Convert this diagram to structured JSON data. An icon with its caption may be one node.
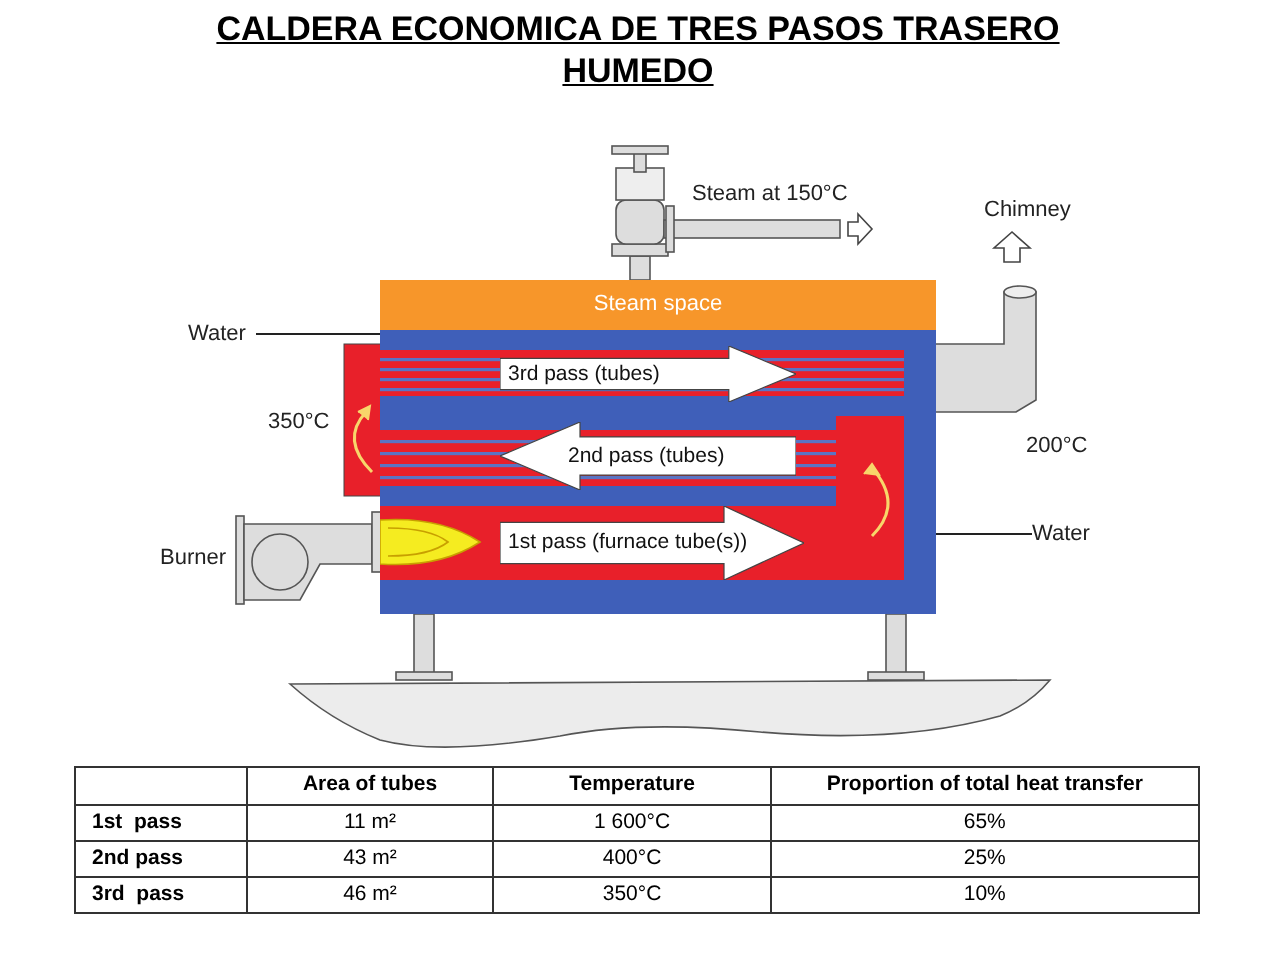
{
  "diagram": {
    "title": "CALDERA ECONOMICA DE TRES PASOS TRASERO HUMEDO",
    "nodes": [
      {
        "text": [],
        "shape": "box"
      },
      {
        "text": [
          "Steam space"
        ],
        "in": 0
      },
      {
        "text": [
          "3rd pass (tubes)"
        ],
        "in": 0
      },
      {
        "text": [
          "2nd pass (tubes)"
        ],
        "in": 0
      },
      {
        "text": [
          "1st pass (furnace tube(s))"
        ],
        "in": 0
      },
      {
        "text": [
          "Water"
        ]
      },
      {
        "text": [
          "Water"
        ]
      }
    ],
    "edges": [
      {
        "from": 5,
        "to": 0,
        "arrow": "none"
      },
      {
        "from": 6,
        "to": 0,
        "arrow": "none"
      }
    ],
    "labels": [
      "Steam at 150°C",
      "Chimney",
      "350°C",
      "200°C",
      "Burner",
      "Area of tubes",
      "Temperature",
      "Proportion of total heat transfer",
      "1st  pass",
      "11 m²",
      "1 600°C",
      "65%",
      "2nd pass",
      "43 m²",
      "400°C",
      "25%",
      "3rd  pass",
      "46 m²",
      "350°C",
      "10%"
    ]
  }
}
